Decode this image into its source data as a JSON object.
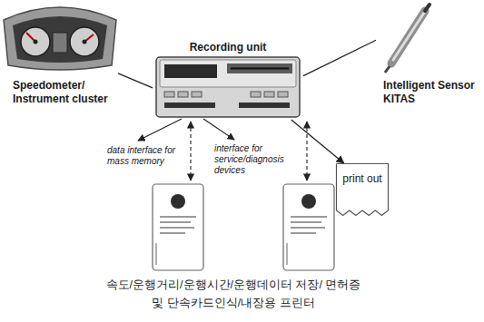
{
  "diagram": {
    "caption": "속도/운행거리/운행시간/운행데이터 저장/ 면허증 및 단속카드인식/내장용 프린터",
    "nodes": [
      {
        "text": [
          "Speedometer/ Instrument cluster"
        ]
      },
      {
        "text": [
          "Recording unit"
        ]
      },
      {
        "text": [
          "Intelligent Sensor KITAS"
        ]
      },
      {
        "text": [
          "print out"
        ]
      }
    ],
    "edges": [
      {
        "from": 0,
        "to": 1,
        "arrow": "none"
      },
      {
        "from": 2,
        "to": 1,
        "arrow": "none"
      },
      {
        "from": 1,
        "to": 3,
        "arrow": "to"
      }
    ],
    "labels": [
      "data interface for mass memory",
      "interface for service/diagnosis devices"
    ]
  }
}
